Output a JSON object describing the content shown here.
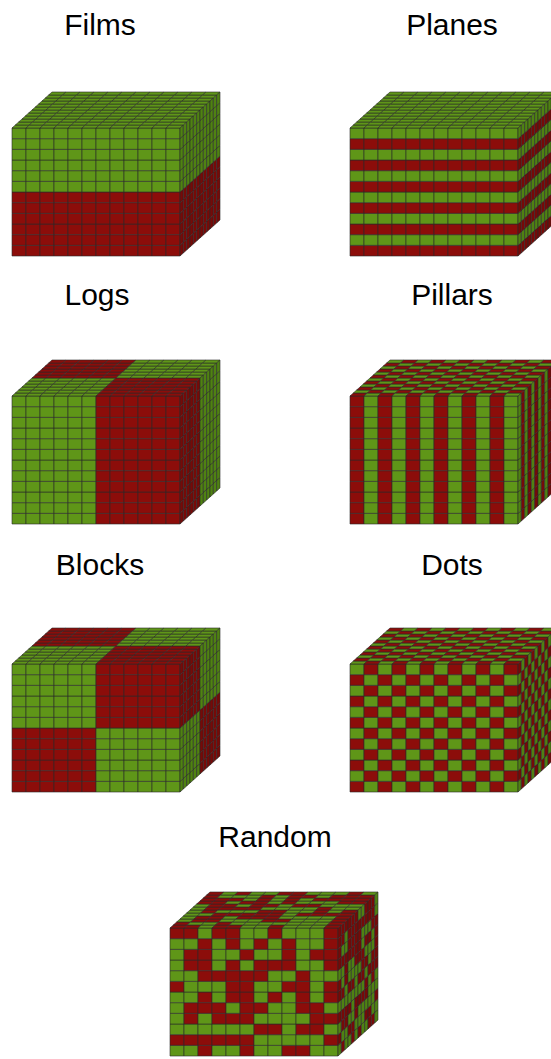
{
  "diagram": {
    "labels": [
      "Films",
      "Planes",
      "Logs",
      "Pillars",
      "Blocks",
      "Dots",
      "Random"
    ]
  }
}
